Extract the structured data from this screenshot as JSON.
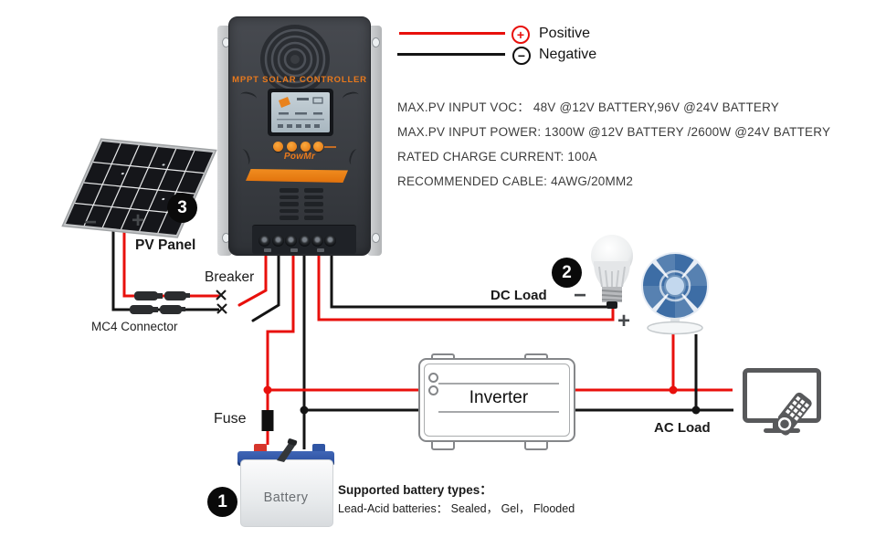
{
  "colors": {
    "wire-red": "#e8100c",
    "wire-black": "#141414",
    "accent-orange": "#e8791d",
    "badge-bg": "#0a0a0a",
    "fan-blue": "#3d6da5",
    "battery-blue": "#2f55a4",
    "tv-gray": "#58595b",
    "inverter-gray": "#85878a",
    "lcd-bg": "#b7c3cb",
    "controller-body": "#3e4146"
  },
  "legend": {
    "positive": {
      "symbol": "+",
      "label": "Positive"
    },
    "negative": {
      "symbol": "−",
      "label": "Negative"
    }
  },
  "specs": {
    "lines": [
      "MAX.PV INPUT VOC： 48V @12V BATTERY,96V @24V BATTERY",
      "MAX.PV INPUT POWER: 1300W @12V BATTERY /2600W @24V BATTERY",
      "RATED CHARGE CURRENT: 100A",
      "RECOMMENDED CABLE: 4AWG/20MM2"
    ]
  },
  "controller": {
    "title": "MPPT SOLAR CONTROLLER",
    "brand": "PowMr"
  },
  "labels": {
    "pv_panel": "PV Panel",
    "breaker": "Breaker",
    "mc4": "MC4 Connector",
    "dc_load": "DC Load",
    "ac_load": "AC Load",
    "fuse": "Fuse",
    "inverter": "Inverter",
    "battery": "Battery"
  },
  "signs": {
    "pv_minus": "−",
    "pv_plus": "+",
    "dc_minus": "−",
    "dc_plus": "+"
  },
  "badges": {
    "battery": "1",
    "dc_load": "2",
    "pv": "3"
  },
  "battery_info": {
    "title": "Supported battery types：",
    "detail": "Lead-Acid batteries： Sealed， Gel， Flooded"
  }
}
